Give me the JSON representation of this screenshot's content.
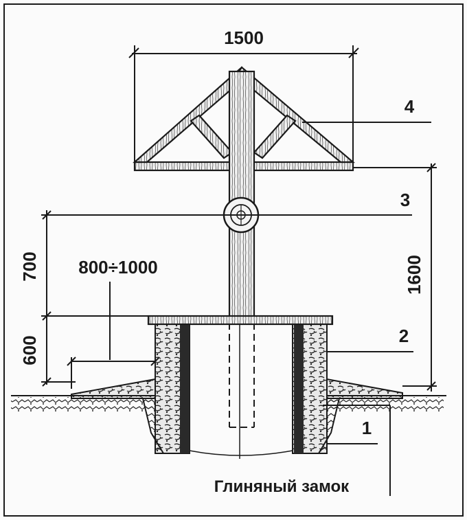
{
  "dimensions": {
    "top_width": "1500",
    "height_roof": "1600",
    "height_gate": "700",
    "height_shaft": "600",
    "blind_area": "800÷1000"
  },
  "callouts": {
    "c1": "1",
    "c2": "2",
    "c3": "3",
    "c4": "4"
  },
  "caption": "Глиняный замок",
  "colors": {
    "ink": "#1a1a1a",
    "paper": "#fbfbfb"
  }
}
